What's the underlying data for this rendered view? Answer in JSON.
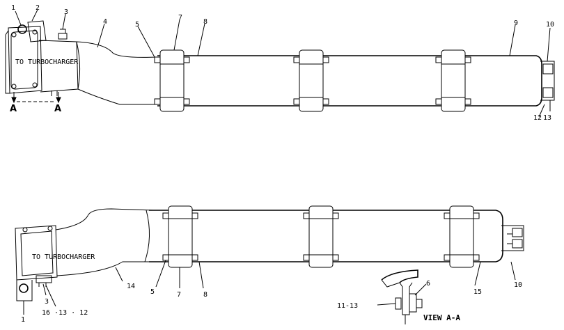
{
  "upper_assembly": {
    "flange_text": "TO TURBOCHARGER",
    "section_mark_left": "A",
    "section_mark_right": "A",
    "callouts": {
      "c1": "1",
      "c2": "2",
      "c3": "3",
      "c4": "4",
      "c5": "5",
      "c7": "7",
      "c8": "8",
      "c9": "9",
      "c10": "10",
      "c12": "12",
      "c13": "13"
    }
  },
  "lower_assembly": {
    "flange_text": "TO TURBOCHARGER",
    "callouts": {
      "c1": "1",
      "c3": "3",
      "c16_13_12": "16 ·13 · 12",
      "c14": "14",
      "c5": "5",
      "c7": "7",
      "c8": "8",
      "c15": "15",
      "c10": "10"
    }
  },
  "view_aa": {
    "title": "VIEW A-A",
    "callout_6": "6",
    "callout_11_13": "11-13"
  }
}
